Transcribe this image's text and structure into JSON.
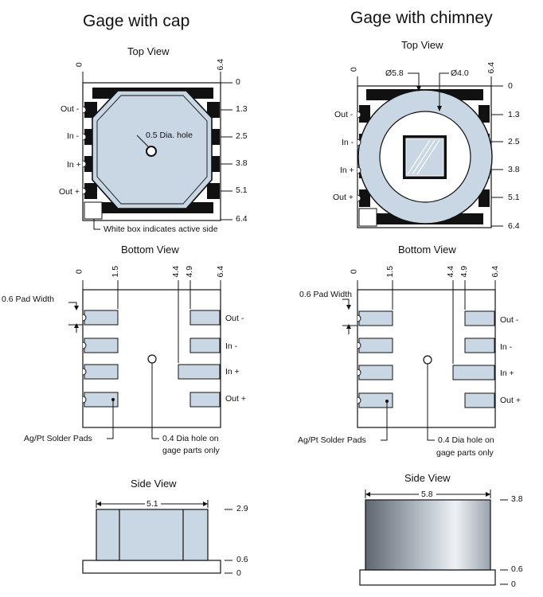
{
  "left": {
    "title": "Gage with cap",
    "top_view": {
      "heading": "Top View",
      "axis_top": [
        "0",
        "6.4"
      ],
      "axis_right": [
        "0",
        "1.3",
        "2.5",
        "3.8",
        "5.1",
        "6.4"
      ],
      "pins": [
        "Out -",
        "In -",
        "In +",
        "Out +"
      ],
      "hole": "0.5 Dia. hole",
      "note": "White box indicates active side"
    },
    "bottom_view": {
      "heading": "Bottom View",
      "axis_top": [
        "0",
        "1.5",
        "4.4",
        "4.9",
        "6.4"
      ],
      "pad_width": "0.6 Pad Width",
      "pins": [
        "Out -",
        "In -",
        "In +",
        "Out +"
      ],
      "pads_note": "Ag/Pt Solder Pads",
      "hole_note_1": "0.4 Dia hole on",
      "hole_note_2": "gage parts only"
    },
    "side_view": {
      "heading": "Side View",
      "width": "5.1",
      "axis_right": [
        "2.9",
        "0.6",
        "0"
      ]
    }
  },
  "right": {
    "title": "Gage with chimney",
    "top_view": {
      "heading": "Top View",
      "outer_dia": "Ø5.8",
      "inner_dia": "Ø4.0",
      "axis_top": [
        "0",
        "6.4"
      ],
      "axis_right": [
        "0",
        "1.3",
        "2.5",
        "3.8",
        "5.1",
        "6.4"
      ],
      "pins": [
        "Out -",
        "In -",
        "In +",
        "Out +"
      ]
    },
    "bottom_view": {
      "heading": "Bottom View",
      "axis_top": [
        "0",
        "1.5",
        "4.4",
        "4.9",
        "6.4"
      ],
      "pad_width": "0.6 Pad Width",
      "pins": [
        "Out -",
        "In -",
        "In +",
        "Out +"
      ],
      "pads_note": "Ag/Pt Solder Pads",
      "hole_note_1": "0.4 Dia hole on",
      "hole_note_2": "gage parts only"
    },
    "side_view": {
      "heading": "Side View",
      "width": "5.8",
      "axis_right": [
        "3.8",
        "0.6",
        "0"
      ]
    }
  },
  "colors": {
    "fill": "#c9d6e3",
    "pad_dark": "#111111",
    "line": "#111111"
  }
}
